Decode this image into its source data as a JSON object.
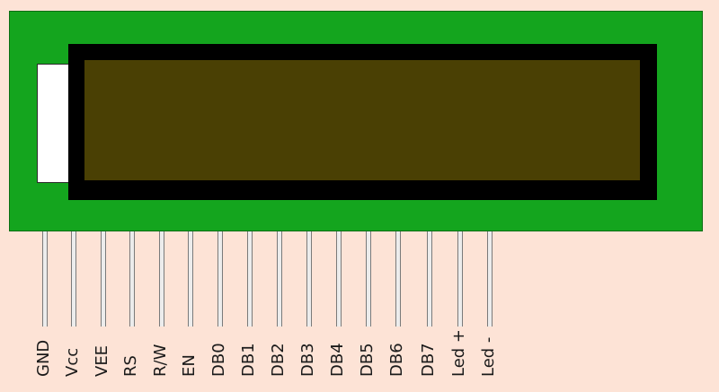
{
  "module": {
    "pins": [
      {
        "label": "GND"
      },
      {
        "label": "Vcc"
      },
      {
        "label": "VEE"
      },
      {
        "label": "RS"
      },
      {
        "label": "R/W"
      },
      {
        "label": "EN"
      },
      {
        "label": "DB0"
      },
      {
        "label": "DB1"
      },
      {
        "label": "DB2"
      },
      {
        "label": "DB3"
      },
      {
        "label": "DB4"
      },
      {
        "label": "DB5"
      },
      {
        "label": "DB6"
      },
      {
        "label": "DB7"
      },
      {
        "label": "Led +"
      },
      {
        "label": "Led -"
      }
    ]
  },
  "colors": {
    "background": "#fde3d6",
    "board": "#14a51e",
    "bezel": "#000000",
    "lcd_screen": "#4a4004",
    "pin": "#ececec"
  }
}
